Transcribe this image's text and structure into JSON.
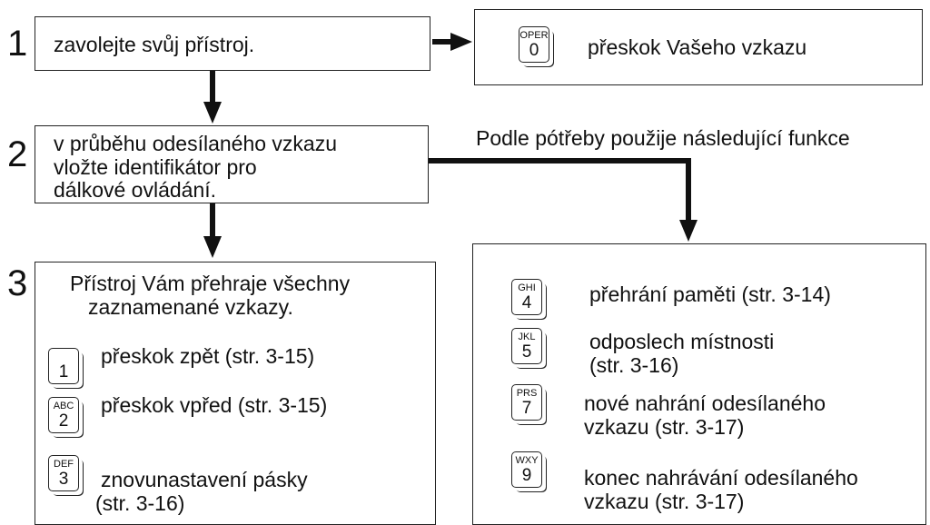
{
  "steps": {
    "s1": {
      "num": "1",
      "text": "zavolejte svůj přístroj."
    },
    "s2": {
      "num": "2",
      "lines": [
        "v průběhu odesílaného vzkazu",
        "vložte identifikátor pro",
        "dálkové ovládání."
      ]
    },
    "s3": {
      "num": "3",
      "lines": [
        "Přístroj Vám přehraje všechny",
        "zaznamenané vzkazy."
      ]
    }
  },
  "oper_box": {
    "key": {
      "letters": "OPER",
      "digit": "0"
    },
    "text": "přeskok Vašeho vzkazu"
  },
  "optional_heading": "Podle pótřeby použije následující funkce",
  "left_keys": [
    {
      "letters": "",
      "digit": "1",
      "lines": [
        "přeskok zpět (str. 3-15)"
      ]
    },
    {
      "letters": "ABC",
      "digit": "2",
      "lines": [
        "přeskok vpřed (str. 3-15)"
      ]
    },
    {
      "letters": "DEF",
      "digit": "3",
      "lines": [
        "znovunastavení pásky",
        "(str. 3-16)"
      ]
    }
  ],
  "right_keys": [
    {
      "letters": "GHI",
      "digit": "4",
      "lines": [
        "přehrání paměti (str. 3-14)"
      ]
    },
    {
      "letters": "JKL",
      "digit": "5",
      "lines": [
        "odposlech místnosti",
        "(str. 3-16)"
      ]
    },
    {
      "letters": "PRS",
      "digit": "7",
      "lines": [
        "nové nahrání odesílaného",
        "vzkazu (str. 3-17)"
      ]
    },
    {
      "letters": "WXY",
      "digit": "9",
      "lines": [
        "konec nahrávání odesílaného",
        "vzkazu (str. 3-17)"
      ]
    }
  ]
}
